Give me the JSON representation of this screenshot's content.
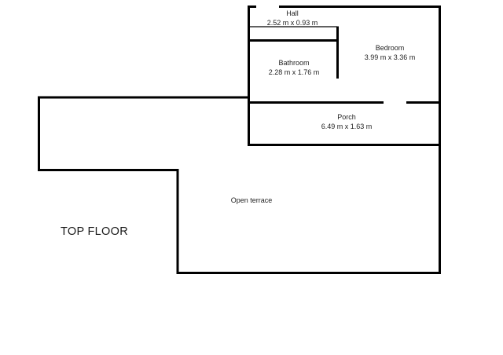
{
  "floor_plan": {
    "title": "TOP FLOOR",
    "rooms": {
      "hall": {
        "name": "Hall",
        "dimensions": "2.52 m x 0.93 m"
      },
      "bathroom": {
        "name": "Bathroom",
        "dimensions": "2.28 m x 1.76 m"
      },
      "bedroom": {
        "name": "Bedroom",
        "dimensions": "3.99 m x 3.36 m"
      },
      "porch": {
        "name": "Porch",
        "dimensions": "6.49 m x 1.63 m"
      },
      "open_terrace": {
        "name": "Open terrace"
      }
    },
    "colors": {
      "wall": "#000000",
      "text": "#1f1f1f",
      "background": "#ffffff"
    }
  }
}
